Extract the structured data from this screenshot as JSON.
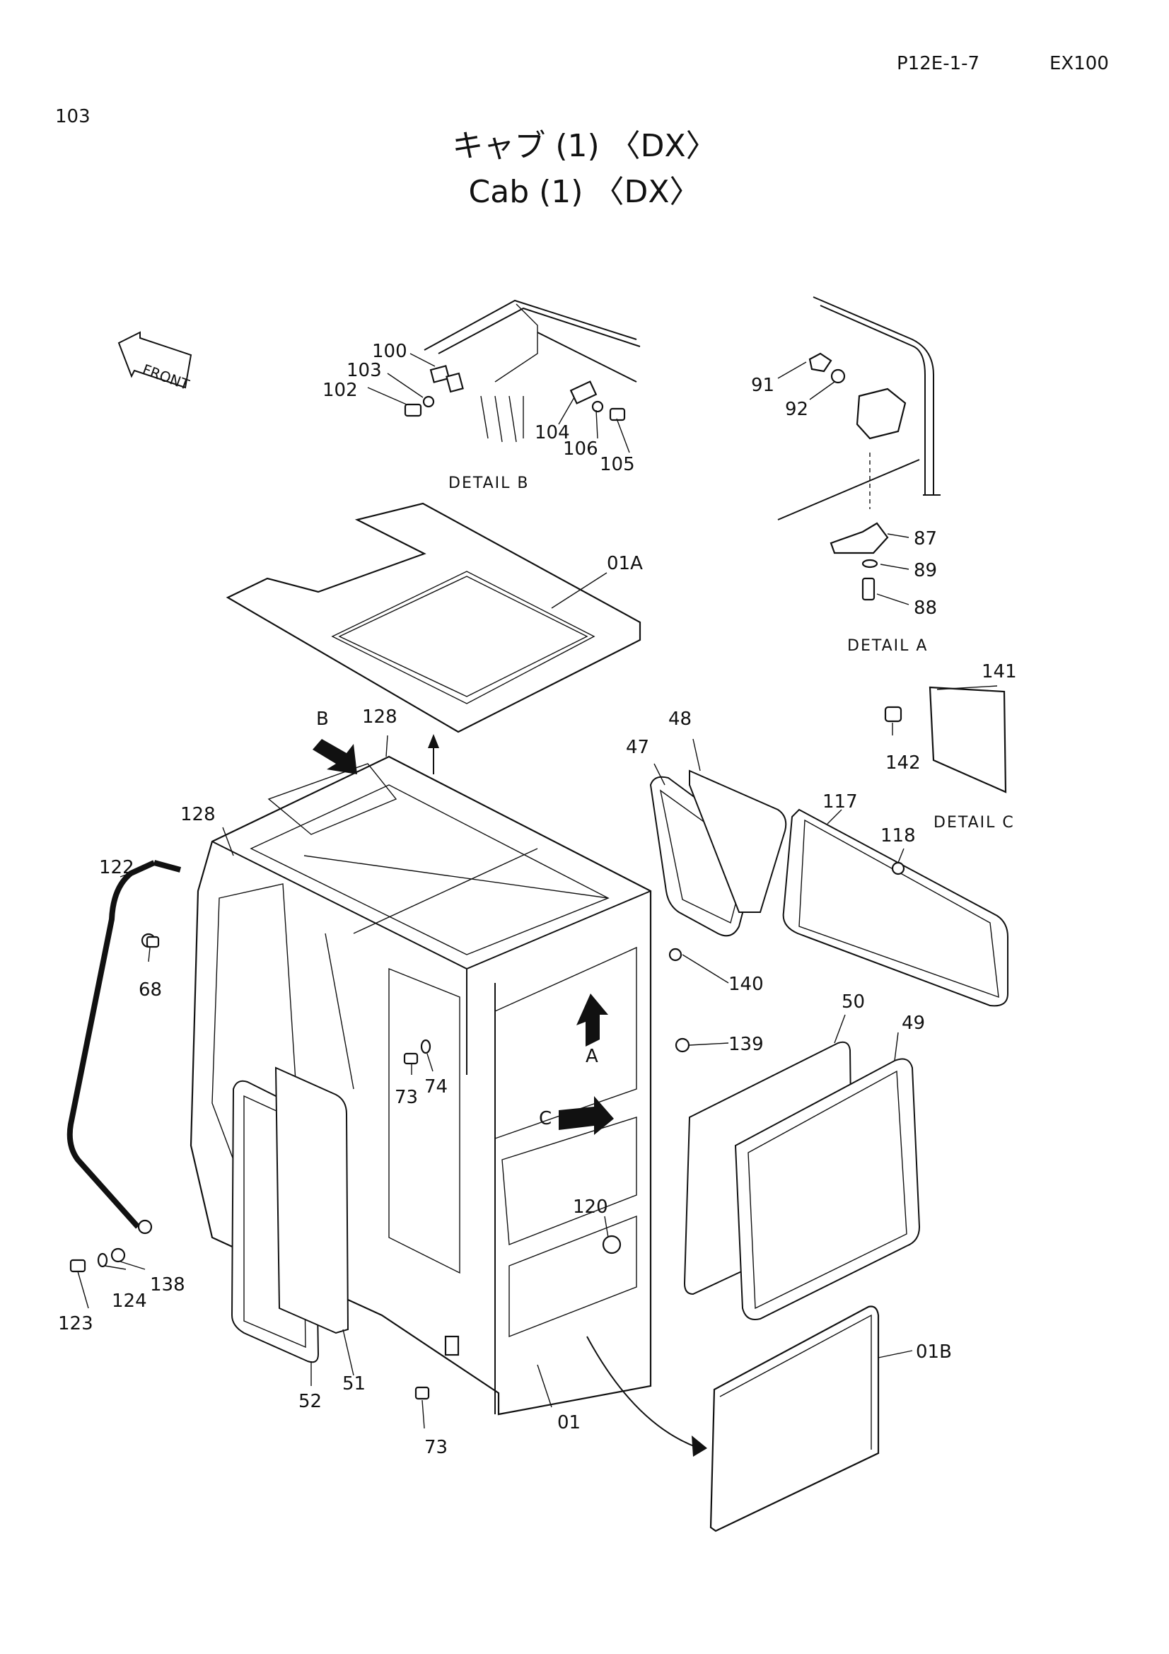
{
  "header": {
    "page_number": "103",
    "page_ref": "P12E-1-7",
    "model": "EX100"
  },
  "title": {
    "japanese": "キャブ (1) 〈DX〉",
    "english": "Cab (1) 〈DX〉"
  },
  "front_marker": "FRONT",
  "details": {
    "a": "DETAIL A",
    "b": "DETAIL B",
    "c": "DETAIL C"
  },
  "view_arrows": {
    "a": "A",
    "b": "B",
    "c": "C"
  },
  "callouts": {
    "c100": "100",
    "c103": "103",
    "c102": "102",
    "c104": "104",
    "c106": "106",
    "c105": "105",
    "c91": "91",
    "c92": "92",
    "c87": "87",
    "c89": "89",
    "c88": "88",
    "c01A": "01A",
    "c141": "141",
    "c142": "142",
    "c128a": "128",
    "c128b": "128",
    "c48": "48",
    "c47": "47",
    "c117": "117",
    "c118": "118",
    "c122": "122",
    "c68": "68",
    "c140": "140",
    "c139": "139",
    "c50": "50",
    "c49": "49",
    "c73a": "73",
    "c74": "74",
    "c120": "120",
    "c138": "138",
    "c124": "124",
    "c123": "123",
    "c52": "52",
    "c51": "51",
    "c01": "01",
    "c73b": "73",
    "c01B": "01B"
  }
}
